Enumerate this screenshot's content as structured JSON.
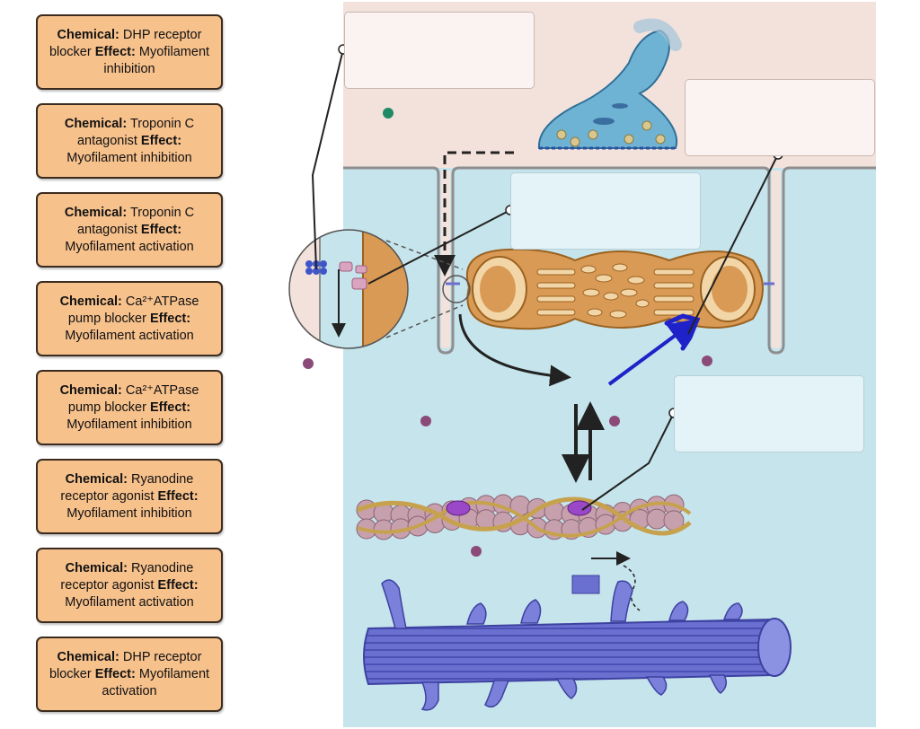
{
  "labels": {
    "chemical": "Chemical:",
    "effect": "Effect:"
  },
  "cards": [
    {
      "chemical": "DHP receptor blocker",
      "effect": "Myofilament inhibition"
    },
    {
      "chemical": "Troponin C antagonist",
      "effect": "Myofilament inhibition"
    },
    {
      "chemical": "Troponin C antagonist",
      "effect": "Myofilament activation"
    },
    {
      "chemical": "Ca²⁺ATPase pump blocker",
      "effect": "Myofilament activation"
    },
    {
      "chemical": "Ca²⁺ATPase pump blocker",
      "effect": "Myofilament inhibition"
    },
    {
      "chemical": "Ryanodine receptor agonist",
      "effect": "Myofilament inhibition"
    },
    {
      "chemical": "Ryanodine receptor agonist",
      "effect": "Myofilament activation"
    },
    {
      "chemical": "DHP receptor blocker",
      "effect": "Myofilament activation"
    }
  ],
  "colors": {
    "card_fill": "#f7c18c",
    "extracellular": "#f3e2dc",
    "cytoplasm": "#c6e4ec",
    "sarcoplasmic_reticulum": "#d99a55",
    "thick_filament": "#6a70d0",
    "actin": "#c7a0ad",
    "tropomyosin": "#c7a24e",
    "troponin": "#9a48c8",
    "calcium_ion": "#8b4a78",
    "ach_dot": "#1e8a66",
    "blue_arrow": "#1e22c8"
  }
}
